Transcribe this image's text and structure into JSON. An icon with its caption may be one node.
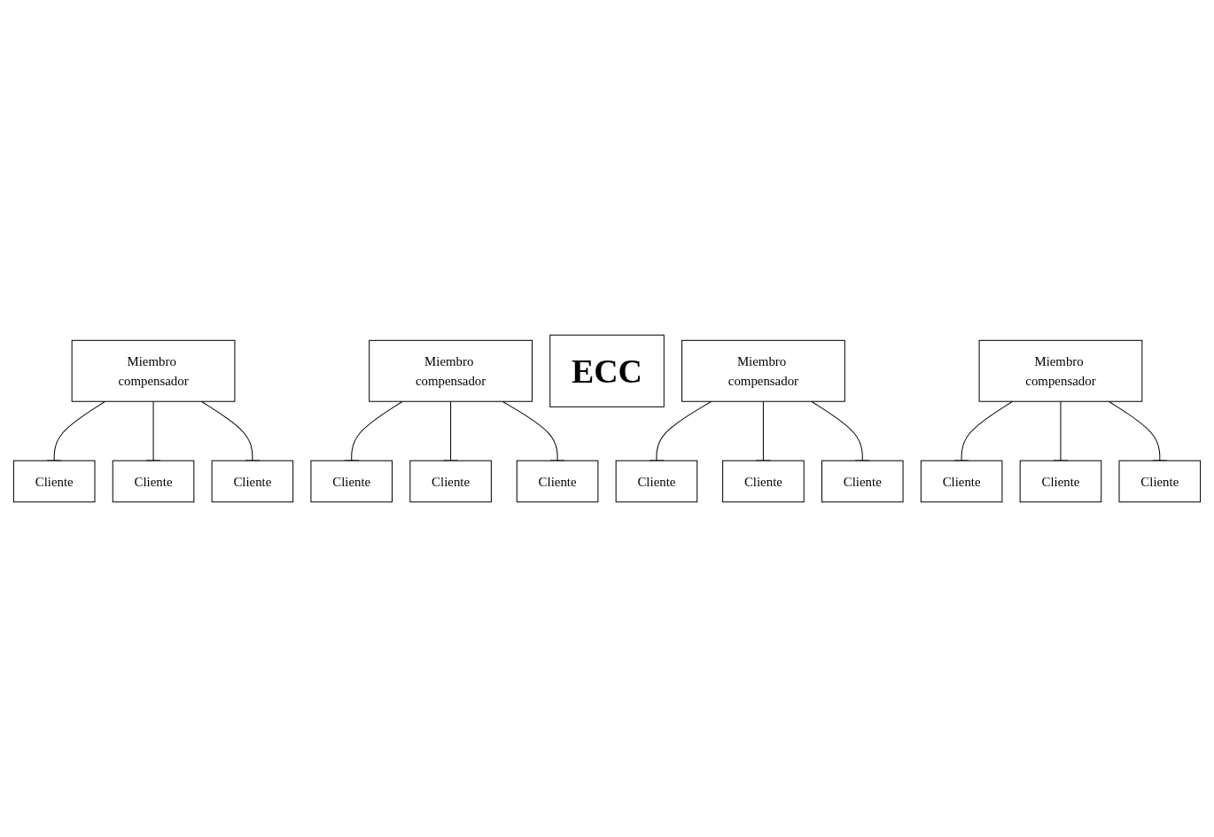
{
  "diagram": {
    "nodes": [
      {
        "text": [
          "Cliente"
        ]
      },
      {
        "text": [
          "Cliente"
        ]
      },
      {
        "text": [
          "Cliente"
        ]
      },
      {
        "text": [
          "Cliente"
        ]
      },
      {
        "text": [
          "Miembro compensador"
        ]
      },
      {
        "text": [
          "Miembro compensador"
        ]
      },
      {
        "text": [
          "Cliente"
        ]
      },
      {
        "text": [
          "Cliente"
        ]
      },
      {
        "text": [
          "ECC"
        ]
      },
      {
        "text": [
          "Cliente"
        ]
      },
      {
        "text": [
          "Cliente"
        ]
      },
      {
        "text": [
          "Miembro compensador"
        ]
      },
      {
        "text": [
          "Miembro compensador"
        ]
      },
      {
        "text": [
          "Cliente"
        ]
      },
      {
        "text": [
          "Cliente"
        ]
      },
      {
        "text": [
          "Cliente"
        ]
      },
      {
        "text": [
          "Cliente"
        ]
      }
    ],
    "edges": [
      {
        "from": 4,
        "to": 0,
        "arrow": "other"
      },
      {
        "from": 4,
        "to": 1,
        "arrow": "other"
      },
      {
        "from": 4,
        "to": 7,
        "arrow": "other"
      },
      {
        "from": 5,
        "to": 2,
        "arrow": "other"
      },
      {
        "from": 5,
        "to": 3,
        "arrow": "other"
      },
      {
        "from": 5,
        "to": 6,
        "arrow": "other"
      },
      {
        "from": 11,
        "to": 9,
        "arrow": "other"
      },
      {
        "from": 11,
        "to": 14,
        "arrow": "other"
      },
      {
        "from": 11,
        "to": 15,
        "arrow": "other"
      },
      {
        "from": 12,
        "to": 10,
        "arrow": "other"
      },
      {
        "from": 12,
        "to": 13,
        "arrow": "other"
      },
      {
        "from": 12,
        "to": 16,
        "arrow": "other"
      }
    ]
  }
}
